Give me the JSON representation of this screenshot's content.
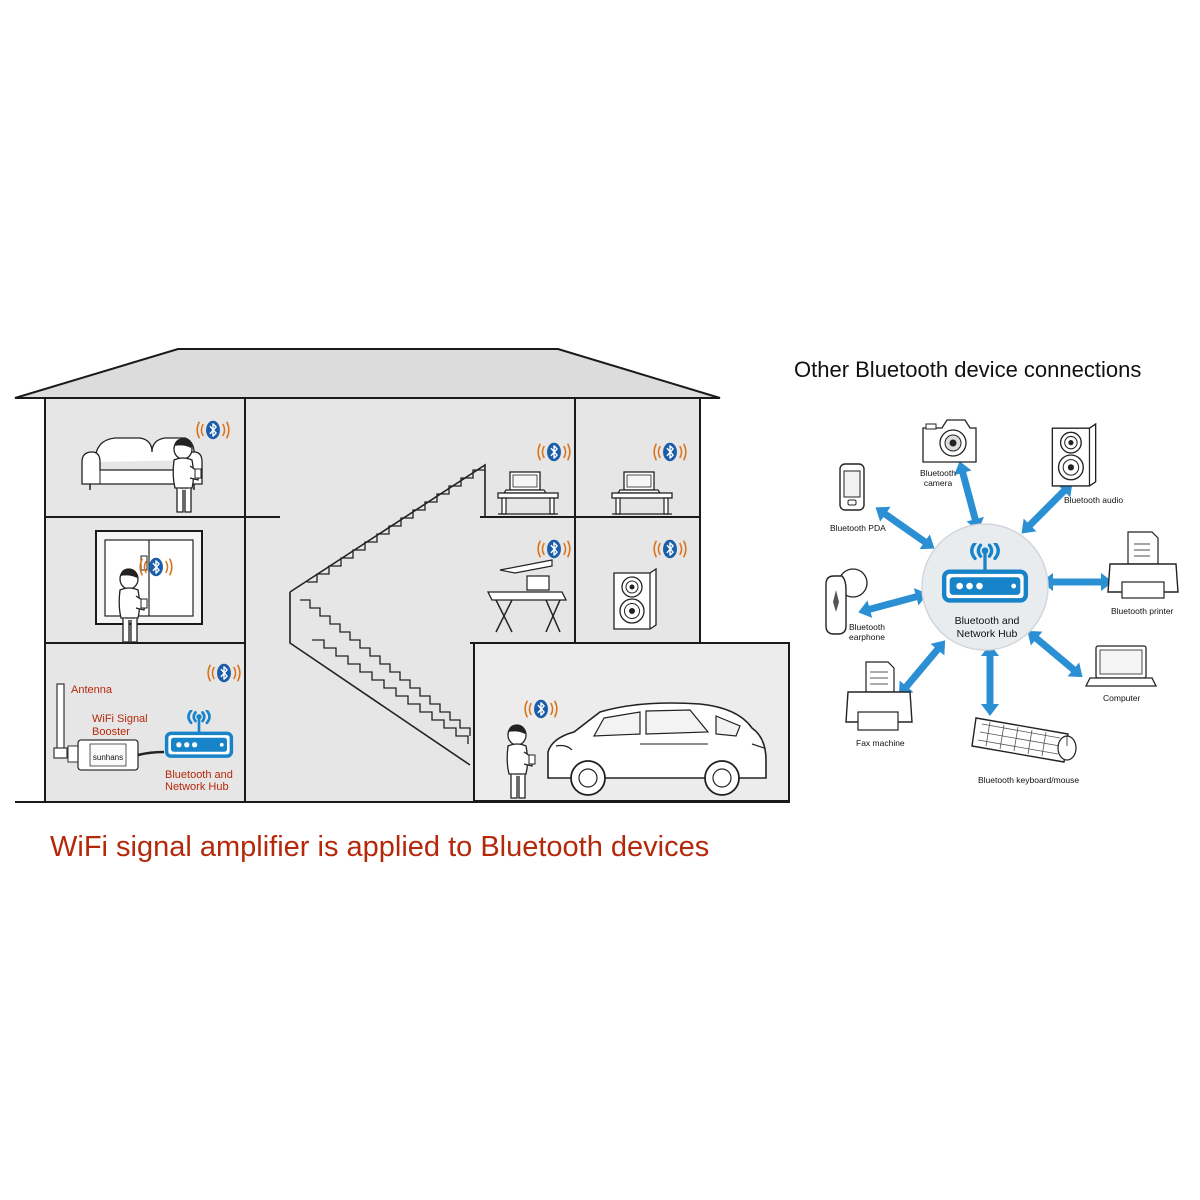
{
  "colors": {
    "accent_blue": "#1783c8",
    "label_red": "#b5290b",
    "wall_gray": "#e6e6e6",
    "roof_gray": "#dcdcdc",
    "hub_circle": "#e9ecef"
  },
  "house": {
    "labels": {
      "antenna": "Antenna",
      "booster_line1": "WiFi Signal",
      "booster_line2": "Booster",
      "booster_brand": "sunhans",
      "hub_line1": "Bluetooth and",
      "hub_line2": "Network Hub"
    },
    "caption": "WiFi signal amplifier is applied to Bluetooth devices"
  },
  "network": {
    "title": "Other Bluetooth device connections",
    "hub_line1": "Bluetooth and",
    "hub_line2": "Network Hub",
    "devices": {
      "camera_line1": "Bluetooth",
      "camera_line2": "camera",
      "audio": "Bluetooth audio",
      "pda": "Bluetooth PDA",
      "printer": "Bluetooth printer",
      "earphone_line1": "Bluetooth",
      "earphone_line2": "earphone",
      "computer": "Computer",
      "fax": "Fax machine",
      "keyboard": "Bluetooth keyboard/mouse"
    }
  },
  "icons": {
    "bluetooth": "bluetooth-icon",
    "wifi": "wifi-signal-icon"
  }
}
